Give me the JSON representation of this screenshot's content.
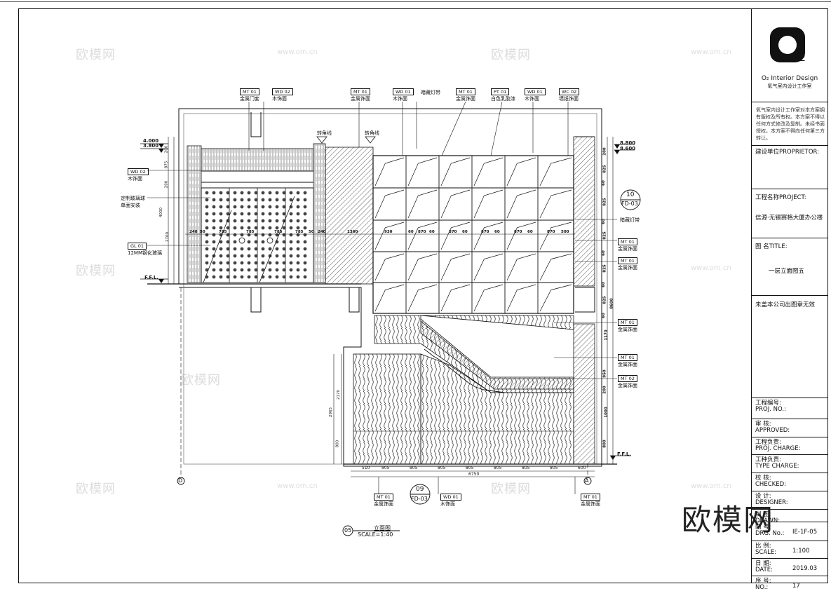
{
  "title_block": {
    "firm_en": "O₂ Interior Design",
    "firm_cn": "氧气室内设计工作室",
    "copyright_note": "氧气室内设计工作室对本方案拥有版权及所有权。本方案不得以任何方式修改及复制。未经书面授权，本方案不得向任何第三方转让。",
    "proprietor_label": "建设单位PROPRIETOR:",
    "project_label": "工程名称PROJECT:",
    "project_name": "信源·无锡赛格大厦办公楼",
    "title_label": "图 名TITLE:",
    "title_value": "一层立面图五",
    "seal_note": "未盖本公司出图章无效",
    "proj_no_label": "工程编号:\nPROJ. NO.:",
    "approved_label": "审 核:\nAPPROVED:",
    "proj_charge_label": "工程负责:\nPROJ. CHARGE:",
    "type_charge_label": "工种负责:\nTYPE CHARGE:",
    "checked_label": "校 核:\nCHECKED:",
    "designer_label": "设 计:\nDESIGNER:",
    "drawn_label": "制 图:\nDRAWN:",
    "dwg_no_label": "图 号:\nDRG. No.:",
    "dwg_no": "IE-1F-05",
    "scale_label": "比 例:\nSCALE:",
    "scale": "1:100",
    "date_label": "日 期:\nDATE:",
    "date": "2019.03",
    "no_label": "序 号:\nNO.:",
    "no": "17"
  },
  "drawing": {
    "title": "立面图",
    "scale_text": "SCALE=1:40",
    "view_no": "05",
    "levels": [
      "4.000",
      "3.800",
      "F.F.L.",
      "8.800",
      "8.600",
      "F.F.L."
    ],
    "tags_top": [
      {
        "code": "MT 01",
        "text": "金属门套"
      },
      {
        "code": "WD 02",
        "text": "木饰面"
      },
      {
        "code": "MT 01",
        "text": "金属饰面"
      },
      {
        "code": "WD 01",
        "text": "木饰面"
      },
      {
        "code": "",
        "text": "暗藏灯带"
      },
      {
        "code": "MT 01",
        "text": "金属饰面"
      },
      {
        "code": "PT 01",
        "text": "白色乳胶漆"
      },
      {
        "code": "WD 01",
        "text": "木饰面"
      },
      {
        "code": "WC 02",
        "text": "墙纸饰面"
      }
    ],
    "tags_left": [
      {
        "code": "WD 02",
        "text": "木饰面"
      },
      {
        "code": "",
        "text": "定制玻璃球"
      },
      {
        "code": "",
        "text": "单面安装"
      },
      {
        "code": "GL 01",
        "text": "12MM钢化玻璃"
      }
    ],
    "tags_right": [
      {
        "code": "",
        "text": "暗藏灯带"
      },
      {
        "code": "MT 01",
        "text": "金属饰面"
      },
      {
        "code": "MT 01",
        "text": "金属饰面"
      },
      {
        "code": "MT 01",
        "text": "金属饰面"
      },
      {
        "code": "MT 01",
        "text": "金属饰面"
      },
      {
        "code": "MT 02",
        "text": "金属饰面"
      }
    ],
    "tags_bottom": [
      {
        "code": "MT 01",
        "text": "金属饰面"
      },
      {
        "code": "WD 01",
        "text": "木饰面"
      },
      {
        "code": "MT 01",
        "text": "金属饰面"
      }
    ],
    "corner_labels": [
      "转角线",
      "转角线"
    ],
    "section_ref_a": {
      "no": "10",
      "sheet": "FD-03"
    },
    "section_ref_b": {
      "no": "09",
      "sheet": "FD-03"
    },
    "axis_left": "D",
    "axis_right": "A",
    "bottom_dims": [
      "510",
      "805",
      "805",
      "805",
      "805",
      "805",
      "805",
      "805",
      "600"
    ],
    "bottom_total": "6750",
    "mid_dims": [
      "240",
      "50",
      "785",
      "785",
      "785",
      "785",
      "50",
      "240",
      "1360",
      "930",
      "60",
      "870",
      "60",
      "870",
      "60",
      "870",
      "60",
      "870",
      "60",
      "870",
      "500"
    ],
    "left_dims": [
      "200",
      "875",
      "200",
      "4000",
      "2700"
    ],
    "lower_left_dims": [
      "2170",
      "2965",
      "800"
    ],
    "right_dims": [
      "200",
      "825",
      "60",
      "825",
      "60",
      "825",
      "60",
      "825",
      "60",
      "825",
      "60",
      "1170",
      "950",
      "200",
      "1000",
      "800",
      "8600"
    ]
  },
  "watermarks": {
    "brand": "欧模网",
    "site": "www.om.cn",
    "big": "欧模网"
  }
}
